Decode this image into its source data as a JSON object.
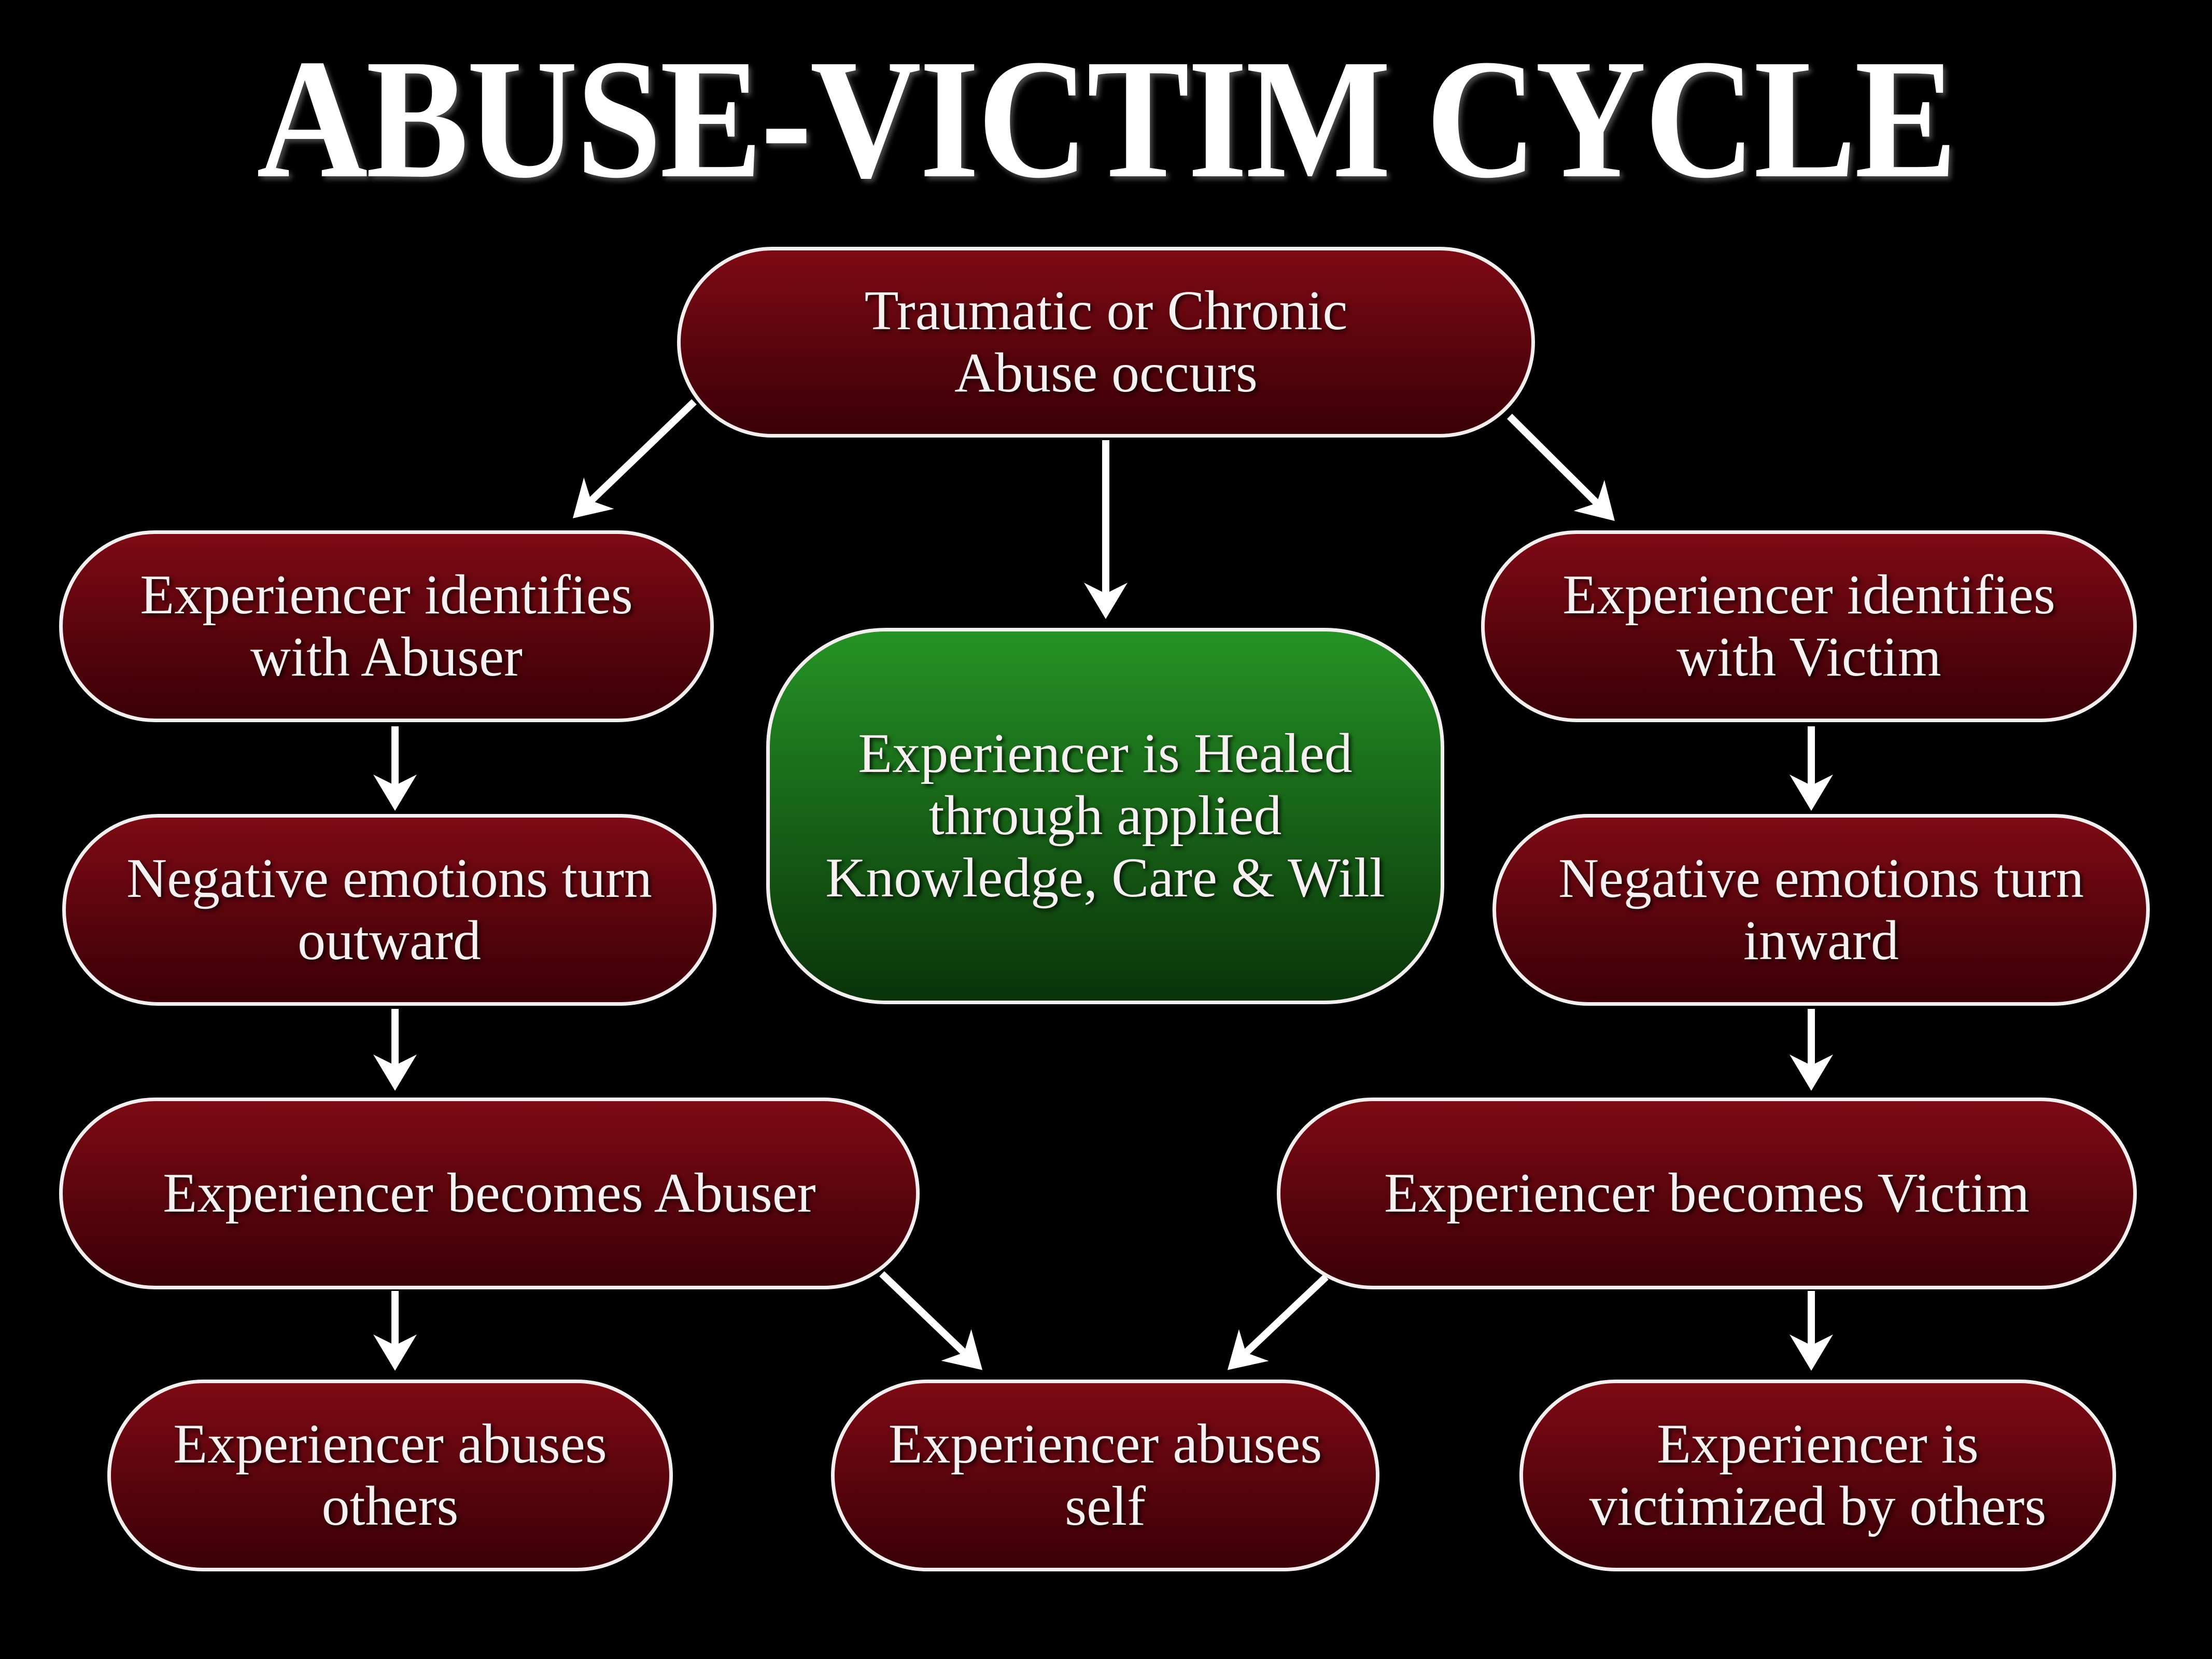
{
  "title": "ABUSE-VICTIM CYCLE",
  "nodes": {
    "start": "Traumatic or Chronic\nAbuse occurs",
    "identify_abuser": "Experiencer identifies\nwith Abuser",
    "healed": "Experiencer is Healed\nthrough applied\nKnowledge, Care & Will",
    "identify_victim": "Experiencer identifies\nwith Victim",
    "emotions_outward": "Negative emotions turn\noutward",
    "emotions_inward": "Negative emotions turn\ninward",
    "becomes_abuser": "Experiencer becomes Abuser",
    "becomes_victim": "Experiencer becomes Victim",
    "abuses_others": "Experiencer abuses\nothers",
    "abuses_self": "Experiencer abuses\nself",
    "victimized": "Experiencer is\nvictimized by others"
  },
  "colors": {
    "background": "#000000",
    "node_red": "#7e0a14",
    "node_green": "#259325",
    "border": "#f4eeee"
  }
}
